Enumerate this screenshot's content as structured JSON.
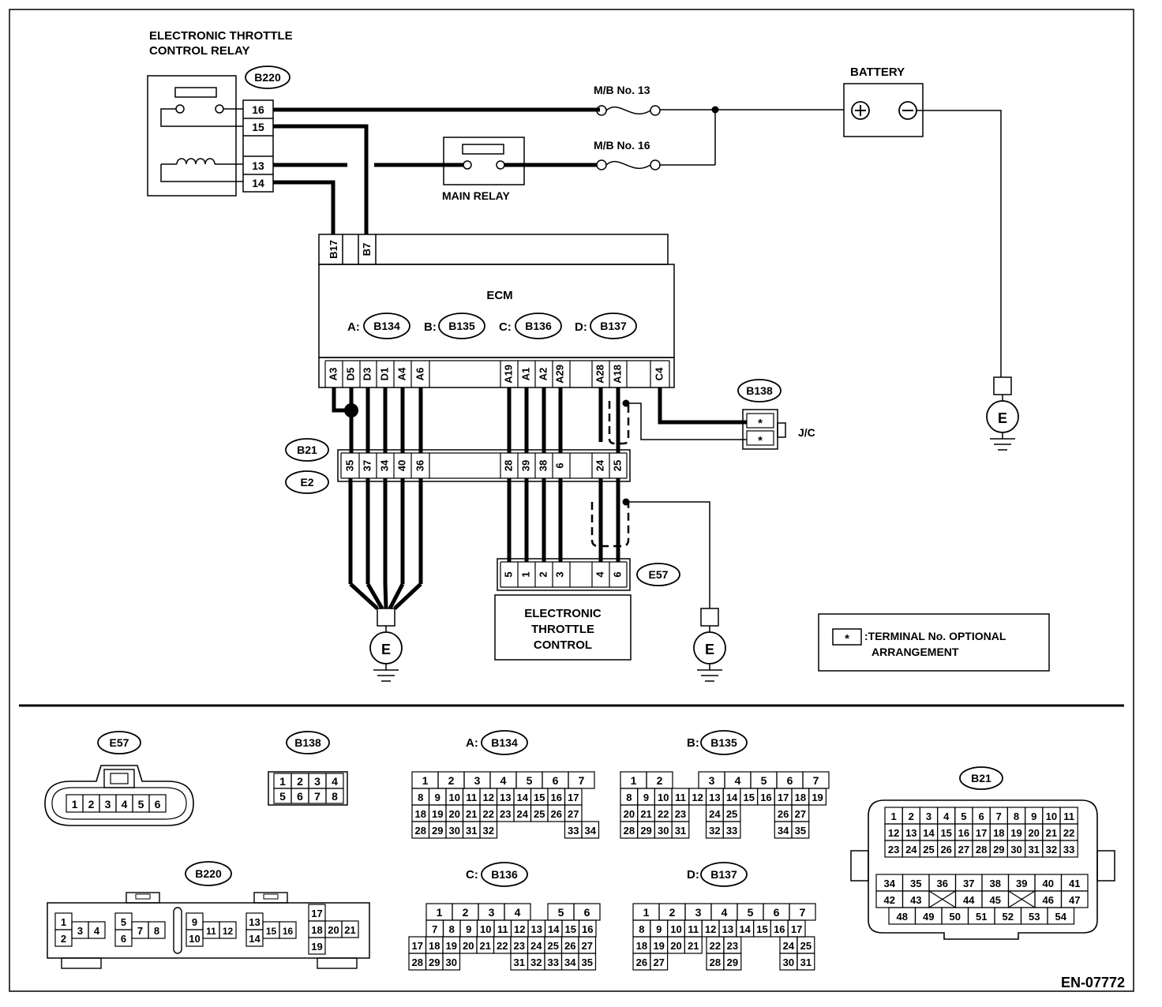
{
  "labels": {
    "etc_relay_line1": "ELECTRONIC THROTTLE",
    "etc_relay_line2": "CONTROL RELAY",
    "battery": "BATTERY",
    "mb13": "M/B No. 13",
    "mb16": "M/B No. 16",
    "main_relay": "MAIN RELAY",
    "ecm": "ECM",
    "jc": "J/C",
    "etc_line1": "ELECTRONIC",
    "etc_line2": "THROTTLE",
    "etc_line3": "CONTROL",
    "legend_star": "*",
    "legend_line1": ":TERMINAL No. OPTIONAL",
    "legend_line2": "ARRANGEMENT",
    "figure_code": "EN-07772",
    "ground": "E",
    "plus": "+",
    "minus": "−"
  },
  "connectors": {
    "b220": "B220",
    "b134": "B134",
    "b135": "B135",
    "b136": "B136",
    "b137": "B137",
    "b138": "B138",
    "b21": "B21",
    "e2": "E2",
    "e57": "E57"
  },
  "ecm_prefixes": {
    "a": "A:",
    "b": "B:",
    "c": "C:",
    "d": "D:"
  },
  "relay_pins": [
    "16",
    "15",
    "13",
    "14"
  ],
  "ecm_top_pins": [
    "B17",
    "B7"
  ],
  "ecm_bottom_pins": [
    "A3",
    "D5",
    "D3",
    "D1",
    "A4",
    "A6",
    "A19",
    "A1",
    "A2",
    "A29",
    "A28",
    "A18",
    "C4"
  ],
  "b21_pins": [
    "35",
    "37",
    "34",
    "40",
    "36",
    "28",
    "39",
    "38",
    "6",
    "24",
    "25"
  ],
  "e57_pins": [
    "5",
    "1",
    "2",
    "3",
    "4",
    "6"
  ],
  "jc_pins": [
    "*",
    "*"
  ],
  "views": {
    "e57": {
      "rows": [
        [
          "1",
          "2",
          "3",
          "4",
          "5",
          "6"
        ]
      ]
    },
    "b138": {
      "rows": [
        [
          "1",
          "2",
          "3",
          "4"
        ],
        [
          "5",
          "6",
          "7",
          "8"
        ]
      ]
    },
    "b134": {
      "rows": [
        [
          "1",
          "",
          "2",
          "",
          "3",
          "",
          "4",
          "",
          "5",
          "",
          "6",
          "",
          "7",
          ""
        ],
        [
          "8",
          "9",
          "10",
          "11",
          "12",
          "13",
          "14",
          "15",
          "",
          "16",
          "17"
        ],
        [
          "18",
          "19",
          "20",
          "21",
          "22",
          "23",
          "24",
          "25",
          "",
          "26",
          "27"
        ],
        [
          "28",
          "29",
          "30",
          "31",
          "32",
          "",
          "",
          "",
          "",
          "33",
          "34"
        ]
      ]
    },
    "b135": {
      "rows": [
        [
          "1",
          "2",
          "",
          "3",
          "4",
          "5",
          "6",
          "7"
        ],
        [
          "8",
          "9",
          "10",
          "11",
          "12",
          "13",
          "14",
          "15",
          "16",
          "17",
          "18",
          "19"
        ],
        [
          "20",
          "21",
          "22",
          "23",
          "",
          "24",
          "25",
          "",
          "",
          "26",
          "27"
        ],
        [
          "28",
          "29",
          "30",
          "31",
          "",
          "32",
          "33",
          "",
          "",
          "34",
          "35"
        ]
      ]
    },
    "b136": {
      "rows": [
        [
          "1",
          "2",
          "3",
          "4",
          "5",
          "6"
        ],
        [
          "7",
          "8",
          "9",
          "10",
          "11",
          "12",
          "13",
          "14",
          "15",
          "16"
        ],
        [
          "17",
          "18",
          "19",
          "20",
          "21",
          "22",
          "23",
          "24",
          "25",
          "26",
          "27"
        ],
        [
          "28",
          "29",
          "30",
          "31",
          "32",
          "33",
          "34",
          "35"
        ]
      ]
    },
    "b137": {
      "rows": [
        [
          "1",
          "2",
          "3",
          "4",
          "5",
          "6",
          "7"
        ],
        [
          "8",
          "9",
          "10",
          "11",
          "12",
          "13",
          "14",
          "15",
          "16",
          "17"
        ],
        [
          "18",
          "19",
          "20",
          "21",
          "22",
          "23",
          "24",
          "25"
        ],
        [
          "26",
          "27",
          "28",
          "29",
          "30",
          "31"
        ]
      ]
    },
    "b21": {
      "rows": [
        [
          "1",
          "2",
          "3",
          "4",
          "5",
          "6",
          "7",
          "8",
          "9",
          "10",
          "11"
        ],
        [
          "12",
          "13",
          "14",
          "15",
          "16",
          "17",
          "18",
          "19",
          "20",
          "21",
          "22"
        ],
        [
          "23",
          "24",
          "25",
          "26",
          "27",
          "28",
          "29",
          "30",
          "31",
          "32",
          "33"
        ],
        [
          "34",
          "35",
          "36",
          "37",
          "38",
          "39",
          "40",
          "41"
        ],
        [
          "42",
          "43",
          "44",
          "45",
          "46",
          "47"
        ],
        [
          "48",
          "49",
          "50",
          "51",
          "52",
          "53",
          "54"
        ]
      ]
    },
    "b220": {
      "groups": [
        [
          "1",
          "2",
          "3",
          "4"
        ],
        [
          "5",
          "6",
          "7",
          "8"
        ],
        [
          "9",
          "10",
          "11",
          "12"
        ],
        [
          "13",
          "14",
          "15",
          "16"
        ],
        [
          "17",
          "18",
          "19",
          "20",
          "21"
        ]
      ]
    }
  }
}
